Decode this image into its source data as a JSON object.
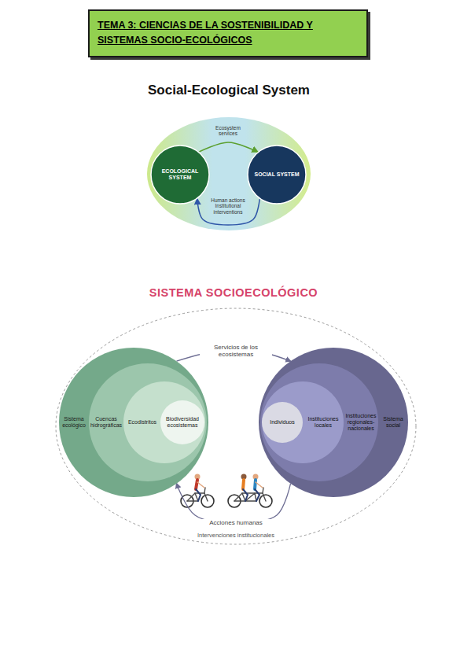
{
  "diagram": {
    "title": "TEMA 3: CIENCIAS DE LA SOSTENIBILIDAD Y SISTEMAS SOCIO-ECOLÓGICOS",
    "nodes": [
      {
        "text": [
          "ECOLOGICAL SYSTEM"
        ]
      },
      {
        "text": [
          "SOCIAL SYSTEM"
        ]
      },
      {
        "text": [
          "Sistema ecológico"
        ]
      },
      {
        "text": [
          "Cuencas hidrográficas"
        ],
        "in": 2
      },
      {
        "text": [
          "Ecodistritos"
        ],
        "in": 3
      },
      {
        "text": [
          "Biodiversidad ecosistemas"
        ],
        "in": 4
      },
      {
        "text": [
          "Sistema social"
        ]
      },
      {
        "text": [
          "Instituciones regionales-nacionales"
        ],
        "in": 6
      },
      {
        "text": [
          "Instituciones locales"
        ],
        "in": 7
      },
      {
        "text": [
          "Individuos"
        ],
        "in": 8
      }
    ],
    "edges": [
      {
        "from": 0,
        "to": 1,
        "label": "Ecosystem services",
        "arrow": "to"
      },
      {
        "from": 1,
        "to": 0,
        "label": "Human actions Institutional interventions",
        "arrow": "to"
      },
      {
        "from": 2,
        "to": 6,
        "label": "Servicios de los ecosistemas",
        "arrow": "to"
      },
      {
        "from": 6,
        "to": 2,
        "label": "Acciones humanas",
        "arrow": "to"
      }
    ],
    "labels": [
      "Social-Ecological System",
      "SISTEMA SOCIOECOLÓGICO",
      "Intervenciones institucionales"
    ]
  }
}
